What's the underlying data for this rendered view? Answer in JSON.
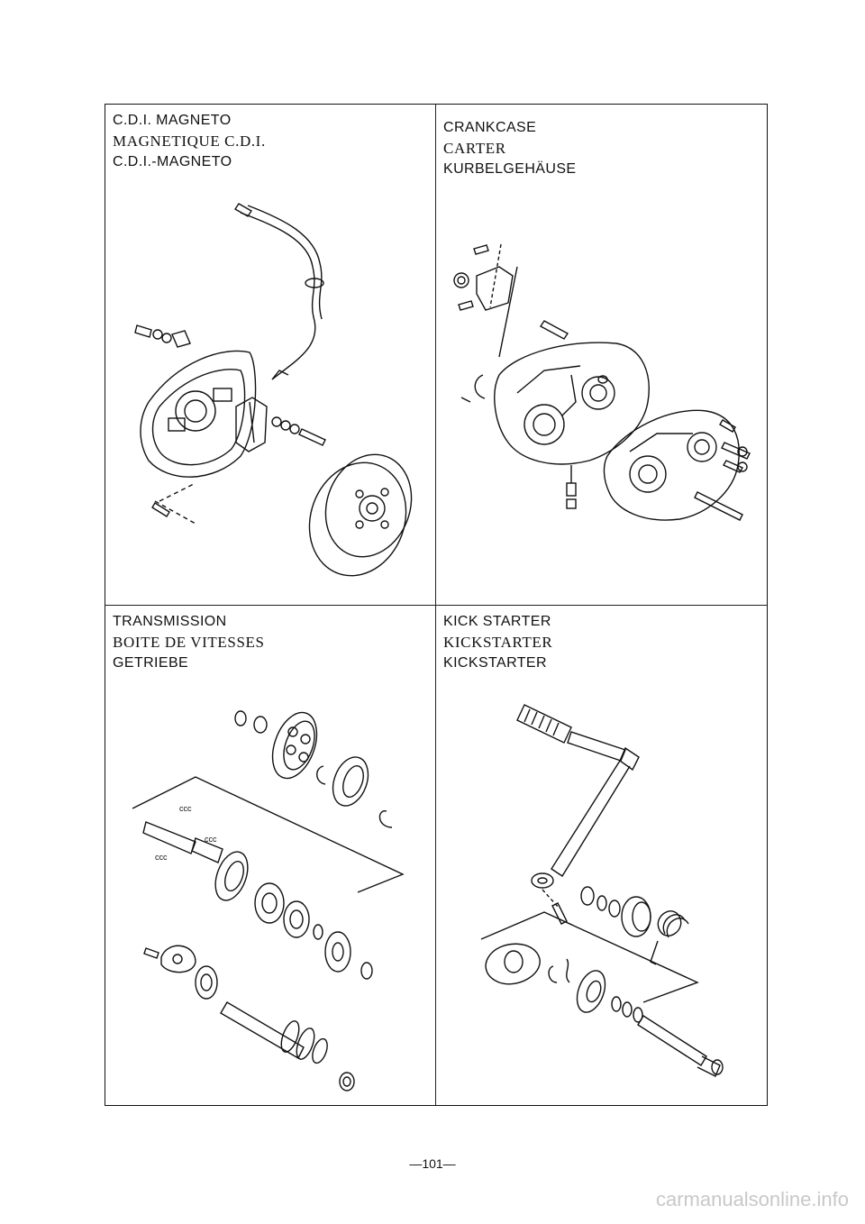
{
  "sections": {
    "magneto": {
      "en": "C.D.I. MAGNETO",
      "fr": "MAGNETIQUE C.D.I.",
      "de": "C.D.I.-MAGNETO"
    },
    "crankcase": {
      "en": "CRANKCASE",
      "fr": "CARTER",
      "de": "KURBELGEHÄUSE"
    },
    "transmission": {
      "en": "TRANSMISSION",
      "fr": "BOITE DE VITESSES",
      "de": "GETRIEBE"
    },
    "kick_starter": {
      "en": "KICK STARTER",
      "fr": "KICKSTARTER",
      "de": "KICKSTARTER"
    }
  },
  "page_number": "—101—",
  "watermark": "carmanualsonline.info"
}
